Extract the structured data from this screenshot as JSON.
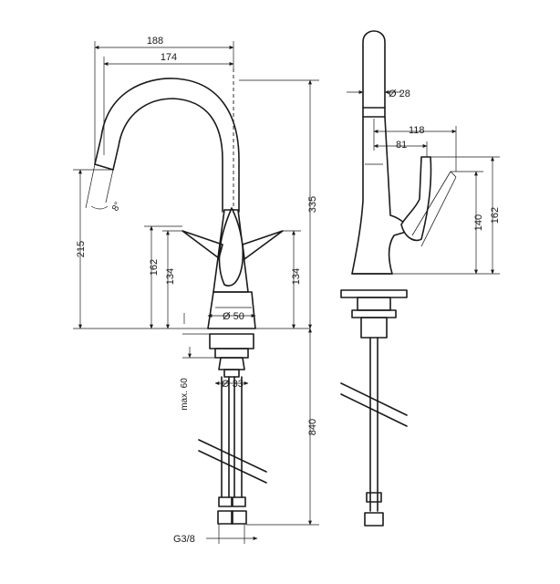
{
  "front_view": {
    "dims": {
      "width_outer": "188",
      "width_inner": "174",
      "height_spout": "215",
      "height_lever_outer": "162",
      "height_lever_inner": "134",
      "height_lever_right": "134",
      "angle": "8°",
      "base_diameter": "Ø 50",
      "shank_diameter": "Ø 33",
      "max_thickness": "max. 60",
      "hose_length": "840",
      "thread": "G3/8"
    }
  },
  "side_view": {
    "dims": {
      "total_height": "335",
      "head_diameter": "Ø 28",
      "lever_reach_outer": "118",
      "lever_reach_inner": "81",
      "lever_height_inner": "140",
      "lever_height_outer": "162"
    }
  }
}
